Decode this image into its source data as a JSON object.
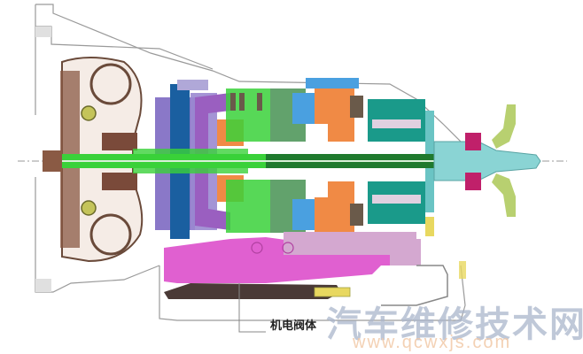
{
  "diagram": {
    "subject": "Automatic transmission cross-section",
    "callout_label": "机电阀体",
    "colors": {
      "housing_outline": "#999999",
      "housing_fill": "#e6e6e6",
      "torque_converter": "#8a5a44",
      "input_shaft": "#3ad13a",
      "main_shaft": "#1f7a2e",
      "pump": "#1a5fa0",
      "pump_secondary": "#8a78c8",
      "clutch_a": "#9a5fc0",
      "clutch_orange": "#f08a45",
      "clutch_blue": "#4aa0e0",
      "planetary_teal": "#1a9a8a",
      "output_shaft": "#8ad4d4",
      "output_flange": "#b8d070",
      "bearing_magenta": "#c0206a",
      "valve_body": "#e060d0",
      "valve_body_upper": "#d4a8d0",
      "oil_pan": "#4a3a36",
      "yellow_part": "#e8d860"
    }
  },
  "watermark": {
    "site_name": "汽车维修技术网",
    "url": "www.qcwxjs.com"
  }
}
